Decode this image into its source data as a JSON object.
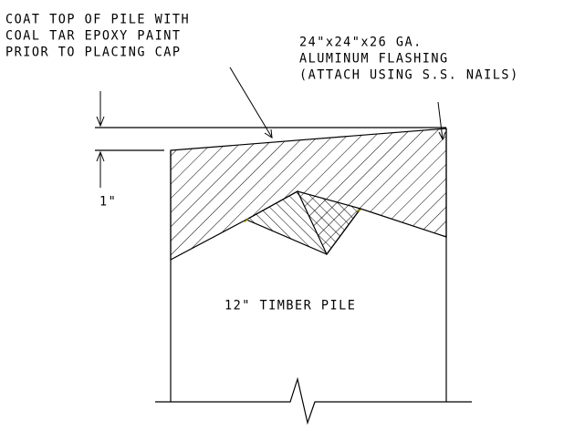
{
  "notes": {
    "coat": {
      "line1": "COAT TOP OF PILE WITH",
      "line2": "COAL TAR EPOXY PAINT",
      "line3": "PRIOR TO PLACING CAP"
    },
    "flashing": {
      "line1": "24\"x24\"x26 GA.",
      "line2": "ALUMINUM FLASHING",
      "line3": "(ATTACH USING S.S. NAILS)"
    }
  },
  "dimension": {
    "label": "1\""
  },
  "pile": {
    "label": "12\" TIMBER PILE"
  }
}
